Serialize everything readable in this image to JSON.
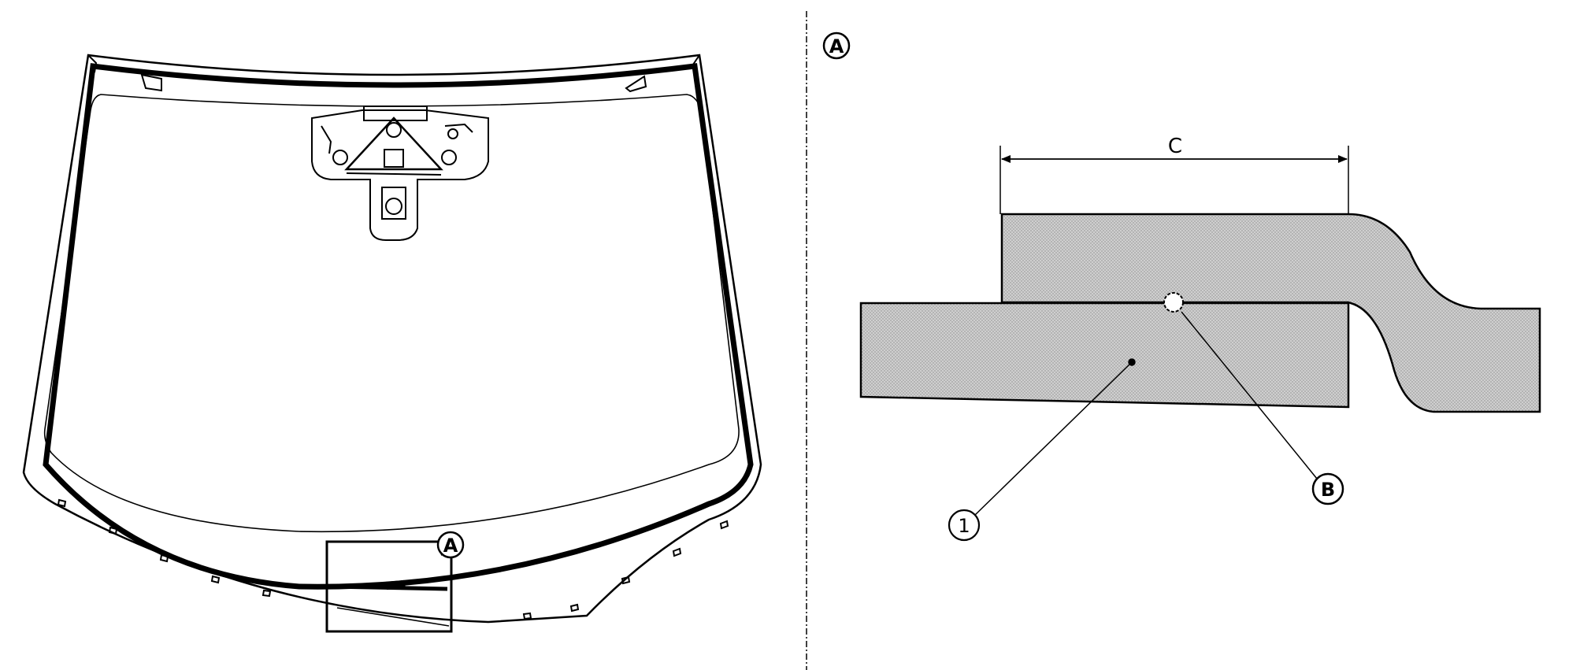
{
  "callouts": {
    "detail_marker": "A",
    "detail_title": "A",
    "part_1": "1",
    "point_b": "B",
    "dimension_c": "C"
  },
  "colors": {
    "line": "#000000",
    "hatch_fill": "#cfcfcf",
    "background": "#ffffff"
  }
}
